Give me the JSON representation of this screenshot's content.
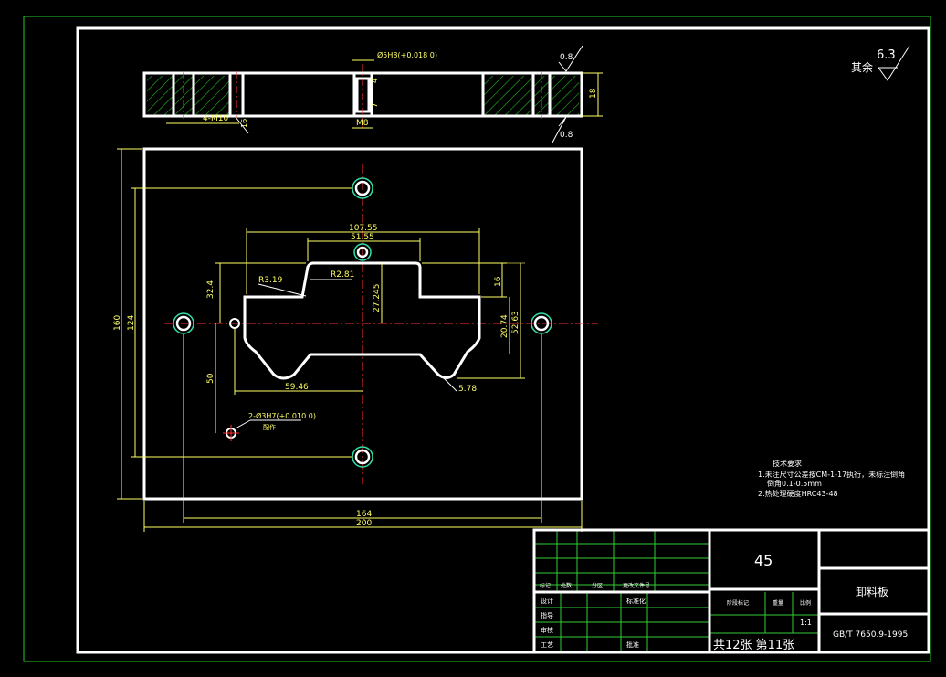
{
  "colors": {
    "background": "#000000",
    "outline": "#ffffff",
    "dimension": "#ffff66",
    "centerline": "#ff3030",
    "table_grid": "#33cc33",
    "border_outer": "#22cc22",
    "hatch": "#22bb22",
    "hole": "#33ddaa"
  },
  "surface_finish": {
    "label": "其余",
    "value": "6.3"
  },
  "side_view": {
    "bore_tolerance": "Ø5H8(+0.018 0)",
    "thread": "4-M10",
    "depth_16": "16",
    "dim_4": "4",
    "dim_7": "7",
    "dim_m8": "M8",
    "roughness_top": "0.8",
    "roughness_bottom": "0.8",
    "height": "18"
  },
  "front_view": {
    "overall_width": "200",
    "hole_spacing_x": "164",
    "overall_height": "160",
    "hole_spacing_y": "124",
    "cavity_width": "107.55",
    "cavity_top_width": "51.55",
    "radius_1": "R3.19",
    "radius_2": "R2.81",
    "depth_27": "27.245",
    "dim_16": "16",
    "dim_20": "20.74",
    "dim_52": "52.63",
    "dim_32": "32.4",
    "dim_50": "50",
    "dim_59": "59.46",
    "dim_5": "5.78",
    "pin_holes": "2-Ø3H7(+0.010 0)",
    "pin_note": "配作"
  },
  "tech_requirements": {
    "title": "技术要求",
    "line1": "1.未注尺寸公差按CM-1-17执行，未标注倒角",
    "line2": "倒角0.1-0.5mm",
    "line3": "2.热处理硬度HRC43-48"
  },
  "title_block": {
    "material": "45",
    "part_name": "卸料板",
    "standard": "GB/T 7650.9-1995",
    "sheet_info": "共12张  第11张",
    "scale": "1:1",
    "label_stage": "阶段标记",
    "label_weight": "重量",
    "label_scale": "比例",
    "label_mark": "标记",
    "label_count": "处数",
    "label_zone": "分区",
    "label_change": "更改文件号",
    "label_design": "设计",
    "label_std": "标准化",
    "label_check": "审核",
    "label_process": "工艺",
    "label_approve": "批准",
    "label_guide": "指导"
  }
}
